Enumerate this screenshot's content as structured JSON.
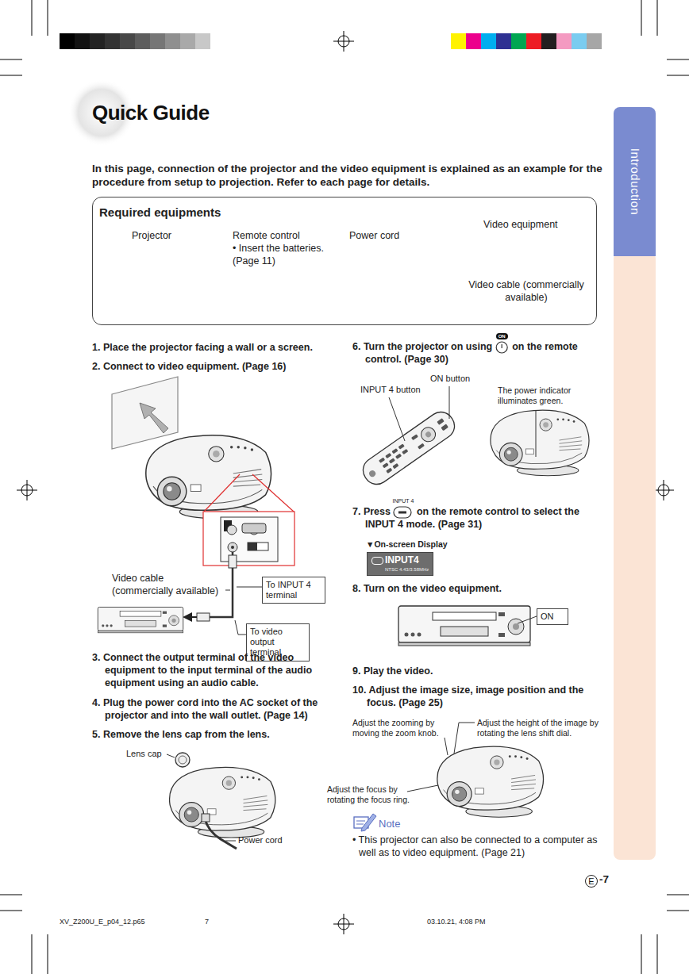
{
  "diagram": {
    "title": "Quick Guide",
    "nodes": [
      {
        "text": [
          "Introduction"
        ]
      },
      {
        "text": [
          "Required equipments",
          "Projector",
          "Remote control",
          "• Insert the batteries. (Page 11)",
          "Power cord",
          "Video equipment",
          "Video cable (commercially available)"
        ]
      },
      {
        "text": [
          "To INPUT 4 terminal"
        ]
      },
      {
        "text": [
          "To video output terminal"
        ]
      },
      {
        "text": [
          "INPUT4",
          "NTSC 4.43/3.58MHz"
        ]
      },
      {
        "text": [
          "ON"
        ]
      },
      {
        "text": [
          "E"
        ]
      }
    ],
    "labels": [
      "In this page, connection of the projector and the video equipment is explained as an example for the procedure from setup to projection. Refer to each page for details.",
      "1. Place the projector facing a wall or a screen.",
      "2. Connect to video equipment. (Page 16)",
      "Video cable (commercially available)",
      "3. Connect the output terminal of the video equipment to the input terminal of the audio equipment using an audio cable.",
      "4. Plug the power cord into the AC socket of the projector and into the wall outlet. (Page 14)",
      "5. Remove the lens cap from the lens.",
      "Lens cap",
      "Power cord",
      "6. Turn the projector on using",
      "ON",
      "on the remote control. (Page 30)",
      "ON button",
      "INPUT 4 button",
      "The power indicator illuminates green.",
      "7. Press",
      "INPUT 4",
      "on the remote control to select the INPUT 4 mode. (Page 31)",
      "▼On-screen Display",
      "8. Turn on the video equipment.",
      "9. Play the video.",
      "10. Adjust the image size, image position and the focus. (Page 25)",
      "Adjust the zooming by moving the zoom knob.",
      "Adjust the height of the image by rotating the lens shift dial.",
      "Adjust the focus by rotating the focus ring.",
      "Note",
      "• This projector can also be connected to a computer as well as to video equipment. (Page 21)",
      "-7",
      "XV_Z200U_E_p04_12.p65",
      "7",
      "03.10.21, 4:08 PM"
    ]
  }
}
